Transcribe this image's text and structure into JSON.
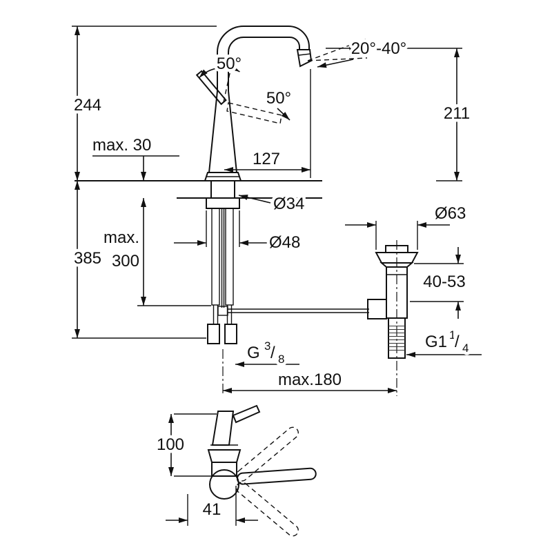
{
  "page": {
    "background": "#ffffff",
    "ink": "#111111"
  },
  "drawing": {
    "kind": "faucet-installation-dimension-drawing"
  },
  "labels": {
    "total_height": "244",
    "deck_thickness_max": "max. 30",
    "below_deck_total": "385",
    "hose_length_max_line1": "max.",
    "hose_length_max_line2": "300",
    "handle_swivel_left": "50°",
    "handle_swivel_right": "50°",
    "spout_angle_range": "20°-40°",
    "spout_outlet_height": "211",
    "spout_reach": "127",
    "mounting_hole_diameter": "Ø34",
    "base_diameter": "Ø48",
    "waste_flange_diameter": "Ø63",
    "waste_deck_thickness_range": "40-53",
    "supply_thread": {
      "prefix": "G",
      "numerator": "3",
      "slash": "/",
      "denominator": "8"
    },
    "waste_thread": {
      "prefix": "G1",
      "numerator": "1",
      "slash": "/",
      "denominator": "4"
    },
    "rod_span_max": "max.180",
    "side_view_height": "100",
    "side_view_offset": "41"
  }
}
